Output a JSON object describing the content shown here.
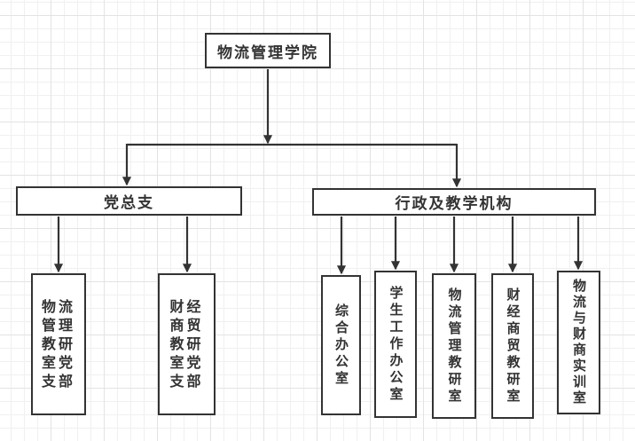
{
  "org": {
    "root": {
      "label": "物流管理学院"
    },
    "branches": [
      {
        "label": "党总支",
        "children": [
          {
            "label": "物流管理教研室党支部"
          },
          {
            "label": "财经商贸教研室党支部"
          }
        ]
      },
      {
        "label": "行政及教学机构",
        "children": [
          {
            "label": "综合办公室"
          },
          {
            "label": "学生工作办公室"
          },
          {
            "label": "物流管理教研室"
          },
          {
            "label": "财经商贸教研室"
          },
          {
            "label": "物流与财商实训室"
          }
        ]
      }
    ]
  },
  "style": {
    "line_color": "#333333",
    "box_border_color": "#333333",
    "text_color": "#333333",
    "box_background": "#ffffff",
    "grid_minor_color": "#f0f0f0",
    "grid_major_color": "#e3e3e3",
    "canvas_background": "#ffffff"
  }
}
